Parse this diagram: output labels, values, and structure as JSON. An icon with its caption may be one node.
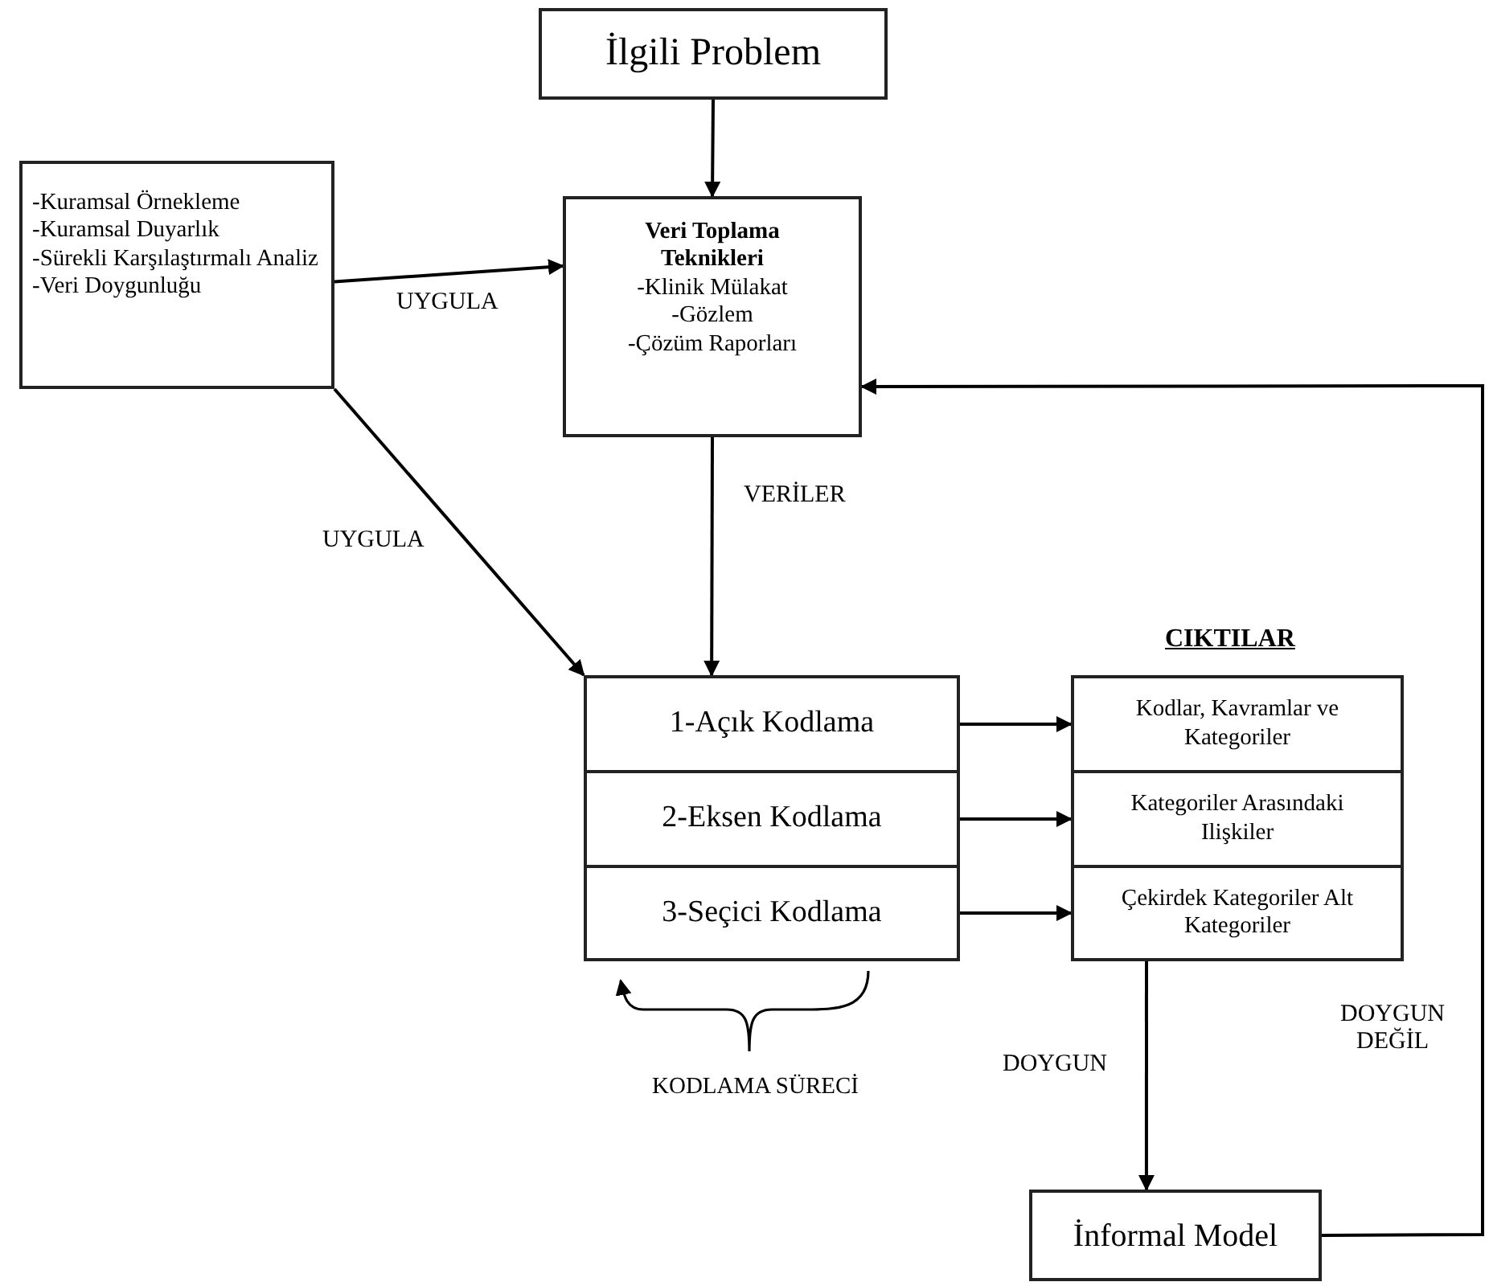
{
  "diagram": {
    "nodes": [
      {
        "text": [
          "İlgili Problem"
        ]
      },
      {
        "text": [
          "-Kuramsal Örnekleme",
          "-Kuramsal Duyarlık",
          "-Sürekli Karşılaştırmalı Analiz",
          "-Veri Doygunluğu"
        ]
      },
      {
        "text": [
          "Veri Toplama Teknikleri",
          "-Klinik Mülakat",
          "-Gözlem",
          "-Çözüm Raporları"
        ]
      },
      {
        "text": [
          "1-Açık Kodlama"
        ]
      },
      {
        "text": [
          "2-Eksen Kodlama"
        ]
      },
      {
        "text": [
          "3-Seçici Kodlama"
        ]
      },
      {
        "text": [
          "Kodlar, Kavramlar ve Kategoriler"
        ]
      },
      {
        "text": [
          "Kategoriler Arasındaki Ilişkiler"
        ]
      },
      {
        "text": [
          "Çekirdek Kategoriler Alt Kategoriler"
        ]
      },
      {
        "text": [
          "İnformal Model"
        ]
      }
    ],
    "edges": [
      {
        "from": 0,
        "to": 2,
        "arrow": "to"
      },
      {
        "from": 1,
        "to": 2,
        "arrow": "to",
        "label": "UYGULA"
      },
      {
        "from": 1,
        "to": 3,
        "arrow": "to",
        "label": "UYGULA"
      },
      {
        "from": 2,
        "to": 3,
        "arrow": "to",
        "label": "VERİLER"
      },
      {
        "from": 3,
        "to": 6,
        "arrow": "to"
      },
      {
        "from": 4,
        "to": 7,
        "arrow": "to"
      },
      {
        "from": 5,
        "to": 8,
        "arrow": "to"
      },
      {
        "from": 8,
        "to": 9,
        "arrow": "to",
        "label": "DOYGUN"
      },
      {
        "from": 9,
        "to": 2,
        "arrow": "to",
        "label": "DOYGUN DEĞİL"
      }
    ],
    "labels": [
      "CIKTILAR",
      "KODLAMA SÜRECİ"
    ]
  }
}
